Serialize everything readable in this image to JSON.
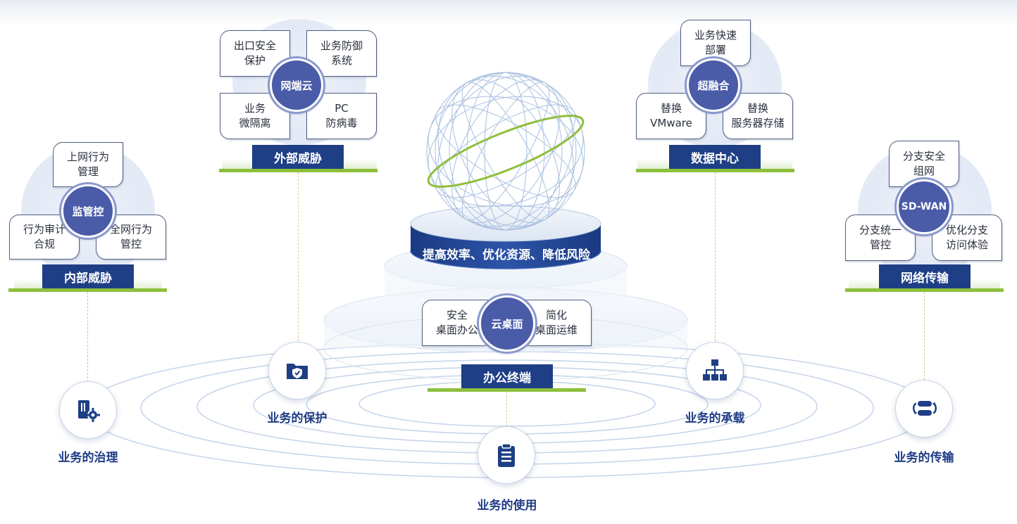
{
  "center": {
    "slogan": "提高效率、优化资源、降低风险",
    "hub": "云桌面",
    "left_card": "安全\n桌面办公",
    "right_card": "简化\n桌面运维",
    "plate": "办公终端"
  },
  "groups": {
    "internal": {
      "hub": "监管控",
      "top": "上网行为\n管理",
      "left": "行为审计\n合规",
      "right": "全网行为\n管控",
      "plate": "内部威胁"
    },
    "external": {
      "hub": "网端云",
      "tl": "出口安全\n保护",
      "tr": "业务防御\n系统",
      "bl": "业务\n微隔离",
      "br": "PC\n防病毒",
      "plate": "外部威胁"
    },
    "datacenter": {
      "hub": "超融合",
      "top": "业务快速\n部署",
      "left": "替换\nVMware",
      "right": "替换\n服务器存储",
      "plate": "数据中心"
    },
    "network": {
      "hub": "SD-WAN",
      "top": "分支安全\n组网",
      "left": "分支统一\n管控",
      "right": "优化分支\n访问体验",
      "plate": "网络传输"
    }
  },
  "nodes": {
    "governance": {
      "label": "业务的治理",
      "icon": "governance-gear-icon"
    },
    "protection": {
      "label": "业务的保护",
      "icon": "shield-folder-icon"
    },
    "usage": {
      "label": "业务的使用",
      "icon": "clipboard-icon"
    },
    "hosting": {
      "label": "业务的承载",
      "icon": "org-chart-icon"
    },
    "transport": {
      "label": "业务的传输",
      "icon": "transfer-icon"
    }
  },
  "colors": {
    "navy": "#1e3f85",
    "badge": "#4a5ba8",
    "green": "#8dbf3c",
    "label": "#1f3c86"
  }
}
